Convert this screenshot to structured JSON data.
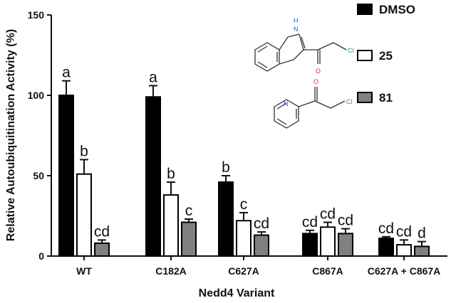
{
  "chart_data": {
    "type": "bar",
    "xlabel": "Nedd4 Variant",
    "ylabel": "Relative Autoubiquitination Activity (%)",
    "ylim": [
      0,
      150
    ],
    "yticks": [
      0,
      50,
      100,
      150
    ],
    "grid": false,
    "legend_position": "top-right",
    "categories": [
      "WT",
      "C182A",
      "C627A",
      "C867A",
      "C627A + C867A"
    ],
    "series": [
      {
        "name": "DMSO",
        "color": "#000000",
        "fill": "#000000",
        "values": [
          100,
          99,
          46,
          14,
          11
        ],
        "errors": [
          9,
          7,
          4,
          2,
          1
        ],
        "labels": [
          "a",
          "a",
          "b",
          "cd",
          "cd"
        ]
      },
      {
        "name": "25",
        "color": "#000000",
        "fill": "#ffffff",
        "values": [
          51,
          38,
          22,
          18,
          7
        ],
        "errors": [
          9,
          8,
          5,
          3,
          3
        ],
        "labels": [
          "b",
          "b",
          "c",
          "cd",
          "cd"
        ]
      },
      {
        "name": "81",
        "color": "#000000",
        "fill": "#808080",
        "values": [
          8,
          21,
          13,
          14,
          6
        ],
        "errors": [
          2,
          2,
          2,
          3,
          3
        ],
        "labels": [
          "cd",
          "c",
          "cd",
          "cd",
          "d"
        ]
      }
    ],
    "annotations": {
      "structure_atoms": [
        "H",
        "N",
        "O",
        "Cl",
        "N",
        "O",
        "Cl"
      ]
    }
  }
}
